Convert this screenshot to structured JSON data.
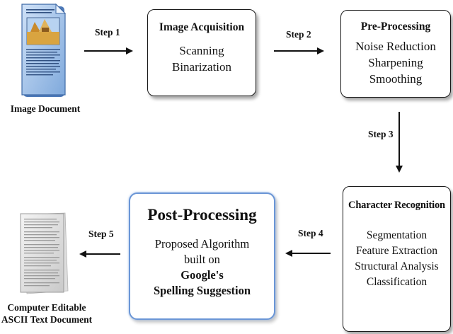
{
  "steps": {
    "step1": "Step 1",
    "step2": "Step 2",
    "step3": "Step 3",
    "step4": "Step 4",
    "step5": "Step 5"
  },
  "image_document": {
    "caption": "Image Document",
    "icon": "image-document-icon"
  },
  "image_acquisition": {
    "title": "Image Acquisition",
    "items": [
      "Scanning",
      "Binarization"
    ]
  },
  "pre_processing": {
    "title": "Pre-Processing",
    "items": [
      "Noise Reduction",
      "Sharpening",
      "Smoothing"
    ]
  },
  "character_recognition": {
    "title": "Character Recognition",
    "items": [
      "Segmentation",
      "Feature Extraction",
      "Structural Analysis",
      "Classification"
    ]
  },
  "post_processing": {
    "title": "Post-Processing",
    "line1": "Proposed Algorithm",
    "line2": "built on",
    "line3": "Google's",
    "line4": "Spelling Suggestion"
  },
  "text_document": {
    "caption_line1": "Computer Editable",
    "caption_line2": "ASCII Text Document",
    "icon": "text-document-icon"
  },
  "colors": {
    "arrow": "#111111",
    "box_border": "#1a1a1a",
    "highlight_border": "#6b96d6",
    "doc_blue": "#5a8fd6"
  }
}
